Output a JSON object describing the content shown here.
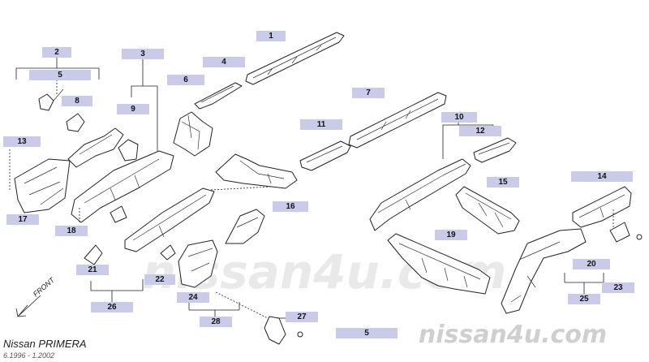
{
  "diagram": {
    "model": "Nissan PRIMERA",
    "date_range": "6.1996 - 1.2002",
    "front_label": "FRONT",
    "watermark": "nissan4u.com",
    "callouts": [
      {
        "id": "c1",
        "label": "1"
      },
      {
        "id": "c2",
        "label": "2"
      },
      {
        "id": "c3",
        "label": "3"
      },
      {
        "id": "c4",
        "label": "4"
      },
      {
        "id": "c5a",
        "label": "5"
      },
      {
        "id": "c5b",
        "label": "5"
      },
      {
        "id": "c6",
        "label": "6"
      },
      {
        "id": "c7",
        "label": "7"
      },
      {
        "id": "c8",
        "label": "8"
      },
      {
        "id": "c9",
        "label": "9"
      },
      {
        "id": "c10",
        "label": "10"
      },
      {
        "id": "c11",
        "label": "11"
      },
      {
        "id": "c12",
        "label": "12"
      },
      {
        "id": "c13",
        "label": "13"
      },
      {
        "id": "c14",
        "label": "14"
      },
      {
        "id": "c15",
        "label": "15"
      },
      {
        "id": "c16",
        "label": "16"
      },
      {
        "id": "c17",
        "label": "17"
      },
      {
        "id": "c18",
        "label": "18"
      },
      {
        "id": "c19",
        "label": "19"
      },
      {
        "id": "c20",
        "label": "20"
      },
      {
        "id": "c21",
        "label": "21"
      },
      {
        "id": "c22",
        "label": "22"
      },
      {
        "id": "c23",
        "label": "23"
      },
      {
        "id": "c24",
        "label": "24"
      },
      {
        "id": "c25",
        "label": "25"
      },
      {
        "id": "c26",
        "label": "26"
      },
      {
        "id": "c27",
        "label": "27"
      },
      {
        "id": "c28",
        "label": "28"
      }
    ]
  }
}
